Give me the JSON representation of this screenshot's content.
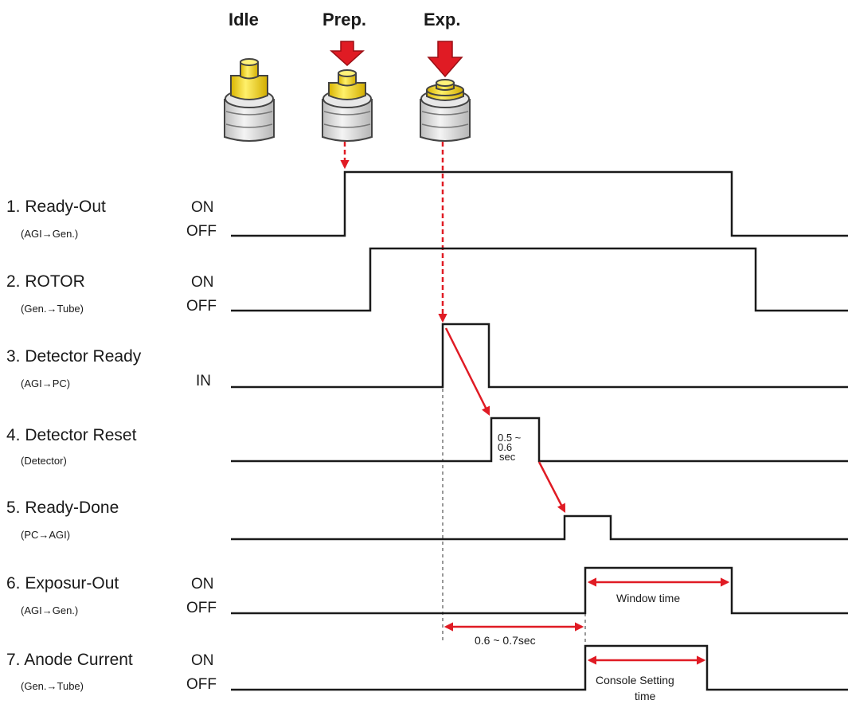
{
  "stages": {
    "idle": "Idle",
    "prep": "Prep.",
    "exp": "Exp."
  },
  "signals": [
    {
      "name": "1. Ready-Out",
      "sub": "(AGI→Gen.)",
      "state_high": "ON",
      "state_low": "OFF"
    },
    {
      "name": "2. ROTOR",
      "sub": "(Gen.→Tube)",
      "state_high": "ON",
      "state_low": "OFF"
    },
    {
      "name": "3. Detector Ready",
      "sub": "(AGI→PC)",
      "state_low": "IN"
    },
    {
      "name": "4. Detector Reset",
      "sub": "(Detector)"
    },
    {
      "name": "5. Ready-Done",
      "sub": "(PC→AGI)"
    },
    {
      "name": "6. Exposur-Out",
      "sub": "(AGI→Gen.)",
      "state_high": "ON",
      "state_low": "OFF"
    },
    {
      "name": "7. Anode Current",
      "sub": "(Gen.→Tube)",
      "state_high": "ON",
      "state_low": "OFF"
    }
  ],
  "annotations": {
    "reset_time_1": "0.5 ~",
    "reset_time_2": "0.6",
    "reset_time_3": "sec",
    "window_time": "Window time",
    "delay": "0.6 ~ 0.7sec",
    "console_1": "Console Setting",
    "console_2": "time"
  },
  "colors": {
    "arrow": "#e01b24",
    "line": "#1a1a1a",
    "button_cap": "#f2d21b",
    "button_body": "#dcdcdc"
  }
}
